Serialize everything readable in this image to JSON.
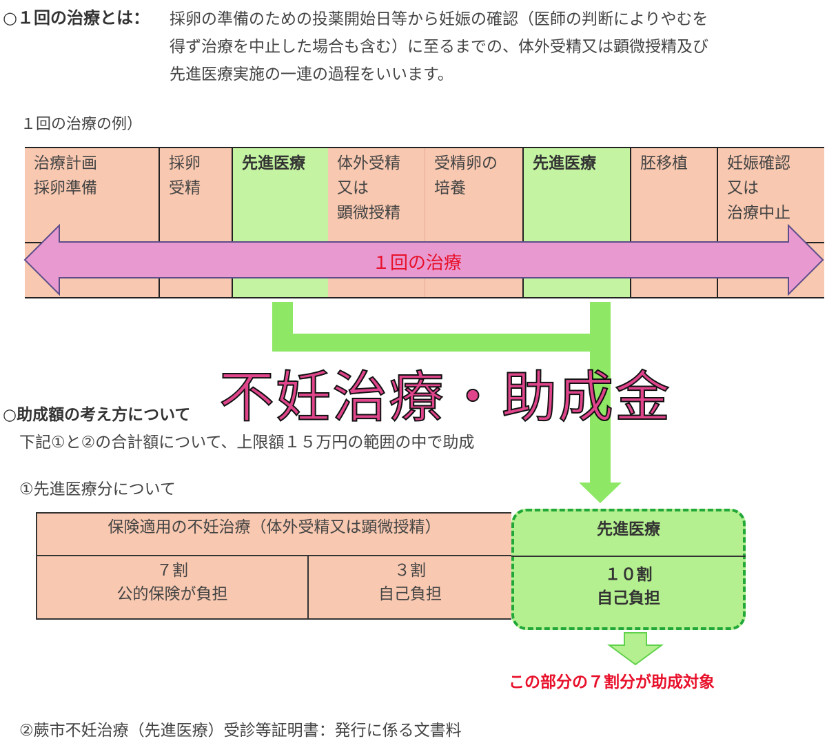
{
  "definition": {
    "heading": "○１回の治療とは：",
    "lines": [
      "採卵の準備のための投薬開始日等から妊娠の確認（医師の判断によりやむを",
      "得ず治療を中止した場合も含む）に至るまでの、体外受精又は顕微授精及び",
      "先進医療実施の一連の過程をいいます。"
    ]
  },
  "example_heading": "１回の治療の例）",
  "timeline": {
    "columns": [
      {
        "lines": [
          "治療計画",
          "採卵準備"
        ],
        "highlight": false
      },
      {
        "lines": [
          "採卵",
          "受精"
        ],
        "highlight": false
      },
      {
        "lines": [
          "先進医療"
        ],
        "highlight": true
      },
      {
        "lines": [
          "体外受精",
          "又は",
          "顕微授精"
        ],
        "highlight": false
      },
      {
        "lines": [
          "受精卵の",
          "培養"
        ],
        "highlight": false
      },
      {
        "lines": [
          "先進医療"
        ],
        "highlight": true
      },
      {
        "lines": [
          "胚移植"
        ],
        "highlight": false
      },
      {
        "lines": [
          "妊娠確認",
          "又は",
          "治療中止"
        ],
        "highlight": false
      }
    ],
    "arrow_label": "１回の治療",
    "colors": {
      "pink": "#f8c8b0",
      "green": "#c4f4a2",
      "arrow": "#e89ad0",
      "arrow_label": "#e8102a"
    }
  },
  "overlay_title": "不妊治療・助成金",
  "subsidy": {
    "heading": "○助成額の考え方について",
    "description": "下記①と②の合計額について、上限額１５万円の範囲の中で助成"
  },
  "section1_heading": "①先進医療分について",
  "cost_table": {
    "insured_header": "保険適用の不妊治療（体外受精又は顕微授精）",
    "public_ratio": "７割",
    "public_label": "公的保険が負担",
    "self_ratio": "３割",
    "self_label": "自己負担",
    "advanced_header": "先進医療",
    "advanced_ratio": "１０割",
    "advanced_label": "自己負担"
  },
  "subsidy_target_note": "この部分の７割分が助成対象",
  "section2_heading": "②蕨市不妊治療（先進医療）受診等証明書：発行に係る文書料"
}
